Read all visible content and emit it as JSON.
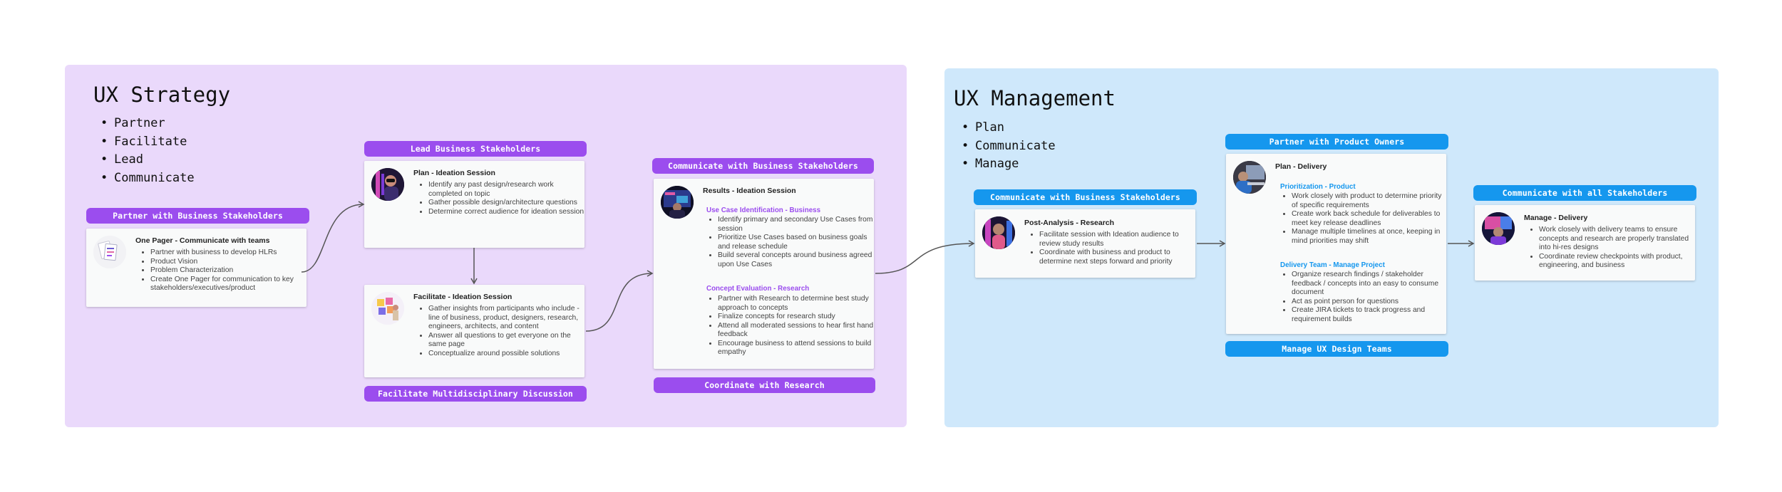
{
  "strategy": {
    "title": "UX Strategy",
    "bullets": [
      "Partner",
      "Facilitate",
      "Lead",
      "Communicate"
    ],
    "partner_pill": "Partner with Business Stakeholders",
    "partner_card": {
      "title": "One Pager - Communicate with teams",
      "items": [
        "Partner with business to develop HLRs",
        "Product Vision",
        "Problem Characterization",
        "Create One Pager for communication to key stakeholders/executives/product"
      ]
    },
    "lead_pill": "Lead Business Stakeholders",
    "plan_card": {
      "title": "Plan - Ideation Session",
      "items": [
        "Identify any past design/research work completed on topic",
        "Gather possible design/architecture questions",
        "Determine correct audience for ideation session"
      ]
    },
    "facilitate_card": {
      "title": "Facilitate - Ideation Session",
      "items": [
        "Gather insights from participants who include - line of business, product, designers, research, engineers, architects, and content",
        "Answer all questions to get everyone on the same page",
        "Conceptualize around possible solutions"
      ]
    },
    "facilitate_pill": "Facilitate Multidisciplinary Discussion",
    "communicate_pill": "Communicate with Business Stakeholders",
    "results_card": {
      "title": "Results - Ideation Session",
      "section1_title": "Use Case Identification - Business",
      "section1_items": [
        "Identify primary and secondary Use Cases from session",
        "Prioritize Use Cases based on business goals and release schedule",
        "Build several concepts around business agreed upon Use Cases"
      ],
      "section2_title": "Concept Evaluation - Research",
      "section2_items": [
        "Partner with Research to determine best study approach to concepts",
        "Finalize concepts for research study",
        "Attend all moderated sessions to hear first hand feedback",
        "Encourage business to attend sessions to build empathy"
      ]
    },
    "coordinate_pill": "Coordinate with Research"
  },
  "management": {
    "title": "UX Management",
    "bullets": [
      "Plan",
      "Communicate",
      "Manage"
    ],
    "communicate_pill": "Communicate with Business Stakeholders",
    "post_card": {
      "title": "Post-Analysis - Research",
      "items": [
        "Facilitate session with Ideation audience to review study results",
        "Coordinate with business and product to determine next steps forward and priority"
      ]
    },
    "product_pill": "Partner with Product Owners",
    "delivery_card": {
      "title": "Plan - Delivery",
      "section1_title": "Prioritization - Product",
      "section1_items": [
        "Work closely with product to determine priority of specific requirements",
        "Create work back schedule for deliverables to meet key release deadlines",
        "Manage multiple timelines at once, keeping in mind priorities may shift"
      ],
      "section2_title": "Delivery Team - Manage Project",
      "section2_items": [
        "Organize research findings / stakeholder feedback / concepts into an easy to consume document",
        "Act as point person for questions",
        "Create JIRA tickets to track progress and requirement builds"
      ]
    },
    "design_pill": "Manage UX Design Teams",
    "all_pill": "Communicate with all Stakeholders",
    "manage_card": {
      "title": "Manage - Delivery",
      "items": [
        "Work closely with delivery teams to ensure concepts and research are properly translated into hi-res designs",
        "Coordinate review checkpoints with product, engineering, and business"
      ]
    }
  },
  "colors": {
    "strategy_bg": "#ead9fb",
    "management_bg": "#cfe8fb",
    "purple": "#9b4dee",
    "blue": "#1597ee"
  }
}
